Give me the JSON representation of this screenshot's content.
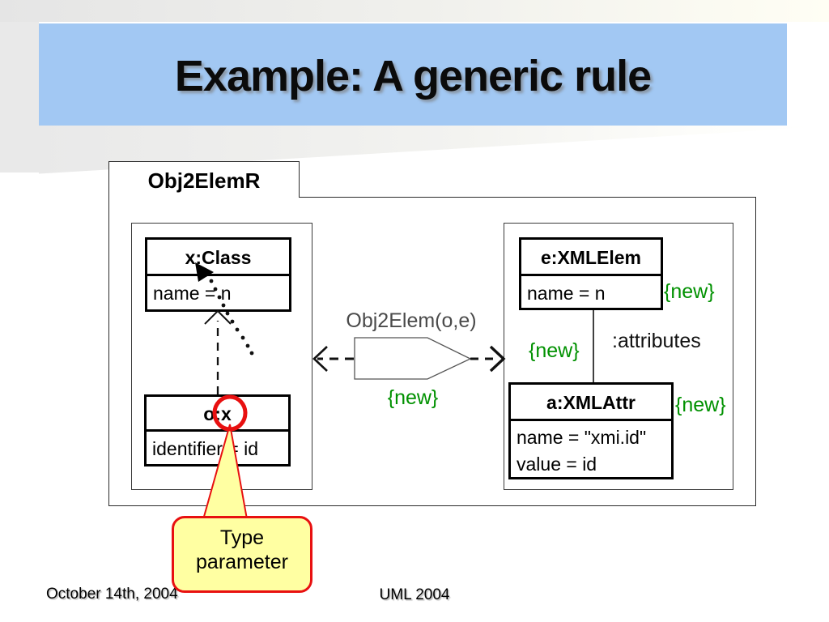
{
  "slide": {
    "title": "Example: A generic rule",
    "footer_left": "October 14th, 2004",
    "footer_center": "UML 2004"
  },
  "colors": {
    "banner_blue": "#a2c8f3",
    "annotation_green": "#009100",
    "highlight_red": "#e81010",
    "callout_yellow": "#ffffa2",
    "stripe_gray": "#e9e9e9"
  },
  "diagram": {
    "frame_label": "Obj2ElemR",
    "relation": {
      "label": "Obj2Elem(o,e)",
      "constraint": "{new}"
    },
    "left": {
      "class_box": {
        "title": "x:Class",
        "attribute": "name = n"
      },
      "object_box": {
        "title": "o:x",
        "attribute": "identifier = id"
      }
    },
    "right": {
      "elem_box": {
        "title": "e:XMLElem",
        "attribute": "name = n",
        "constraint": "{new}"
      },
      "edge": {
        "constraint": "{new}",
        "label": ":attributes"
      },
      "attr_box": {
        "title": "a:XMLAttr",
        "attributes": [
          "name = \"xmi.id\"",
          "value = id"
        ],
        "constraint": "{new}"
      }
    },
    "callout": {
      "line1": "Type",
      "line2": "parameter"
    }
  }
}
